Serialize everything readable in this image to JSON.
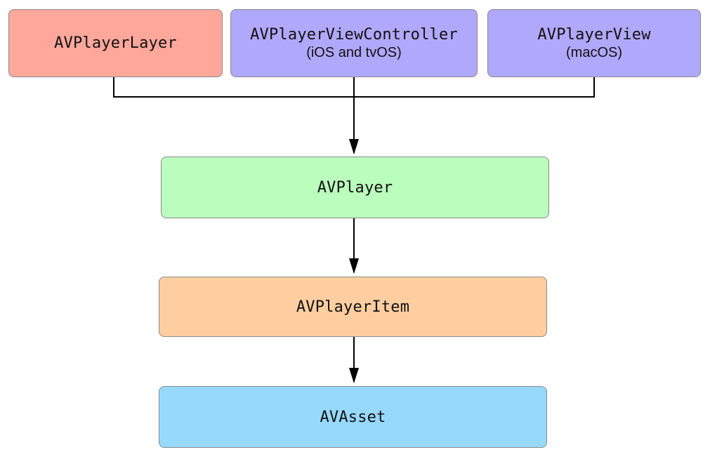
{
  "nodes": {
    "player_layer": {
      "title": "AVPlayerLayer",
      "color": "#ffa79b"
    },
    "view_controller": {
      "title": "AVPlayerViewController",
      "subtitle": "(iOS and tvOS)",
      "color": "#b0a8fb"
    },
    "player_view": {
      "title": "AVPlayerView",
      "subtitle": "(macOS)",
      "color": "#b0a8fb"
    },
    "player": {
      "title": "AVPlayer",
      "color": "#bbfdbd"
    },
    "player_item": {
      "title": "AVPlayerItem",
      "color": "#fecea0"
    },
    "asset": {
      "title": "AVAsset",
      "color": "#97d9fd"
    }
  },
  "edges": [
    {
      "from": "player_layer",
      "to": "player"
    },
    {
      "from": "view_controller",
      "to": "player"
    },
    {
      "from": "player_view",
      "to": "player"
    },
    {
      "from": "player",
      "to": "player_item"
    },
    {
      "from": "player_item",
      "to": "asset"
    }
  ],
  "line_color": "#000000"
}
